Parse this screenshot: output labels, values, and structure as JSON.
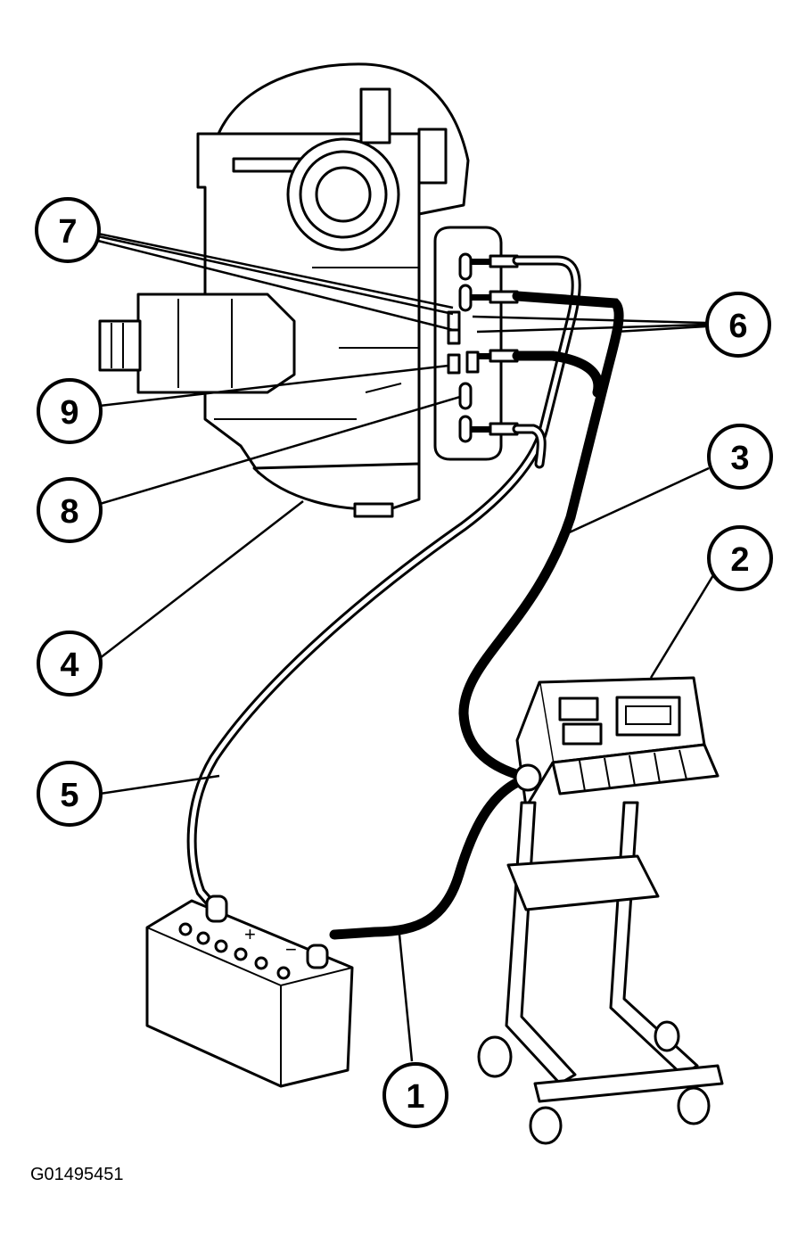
{
  "figure_id": "G01495451",
  "callouts": [
    {
      "id": "7",
      "label": "7"
    },
    {
      "id": "6",
      "label": "6"
    },
    {
      "id": "9",
      "label": "9"
    },
    {
      "id": "8",
      "label": "8"
    },
    {
      "id": "3",
      "label": "3"
    },
    {
      "id": "2",
      "label": "2"
    },
    {
      "id": "4",
      "label": "4"
    },
    {
      "id": "5",
      "label": "5"
    },
    {
      "id": "1",
      "label": "1"
    }
  ],
  "battery": {
    "plus_sign": "+",
    "minus_sign": "−"
  }
}
